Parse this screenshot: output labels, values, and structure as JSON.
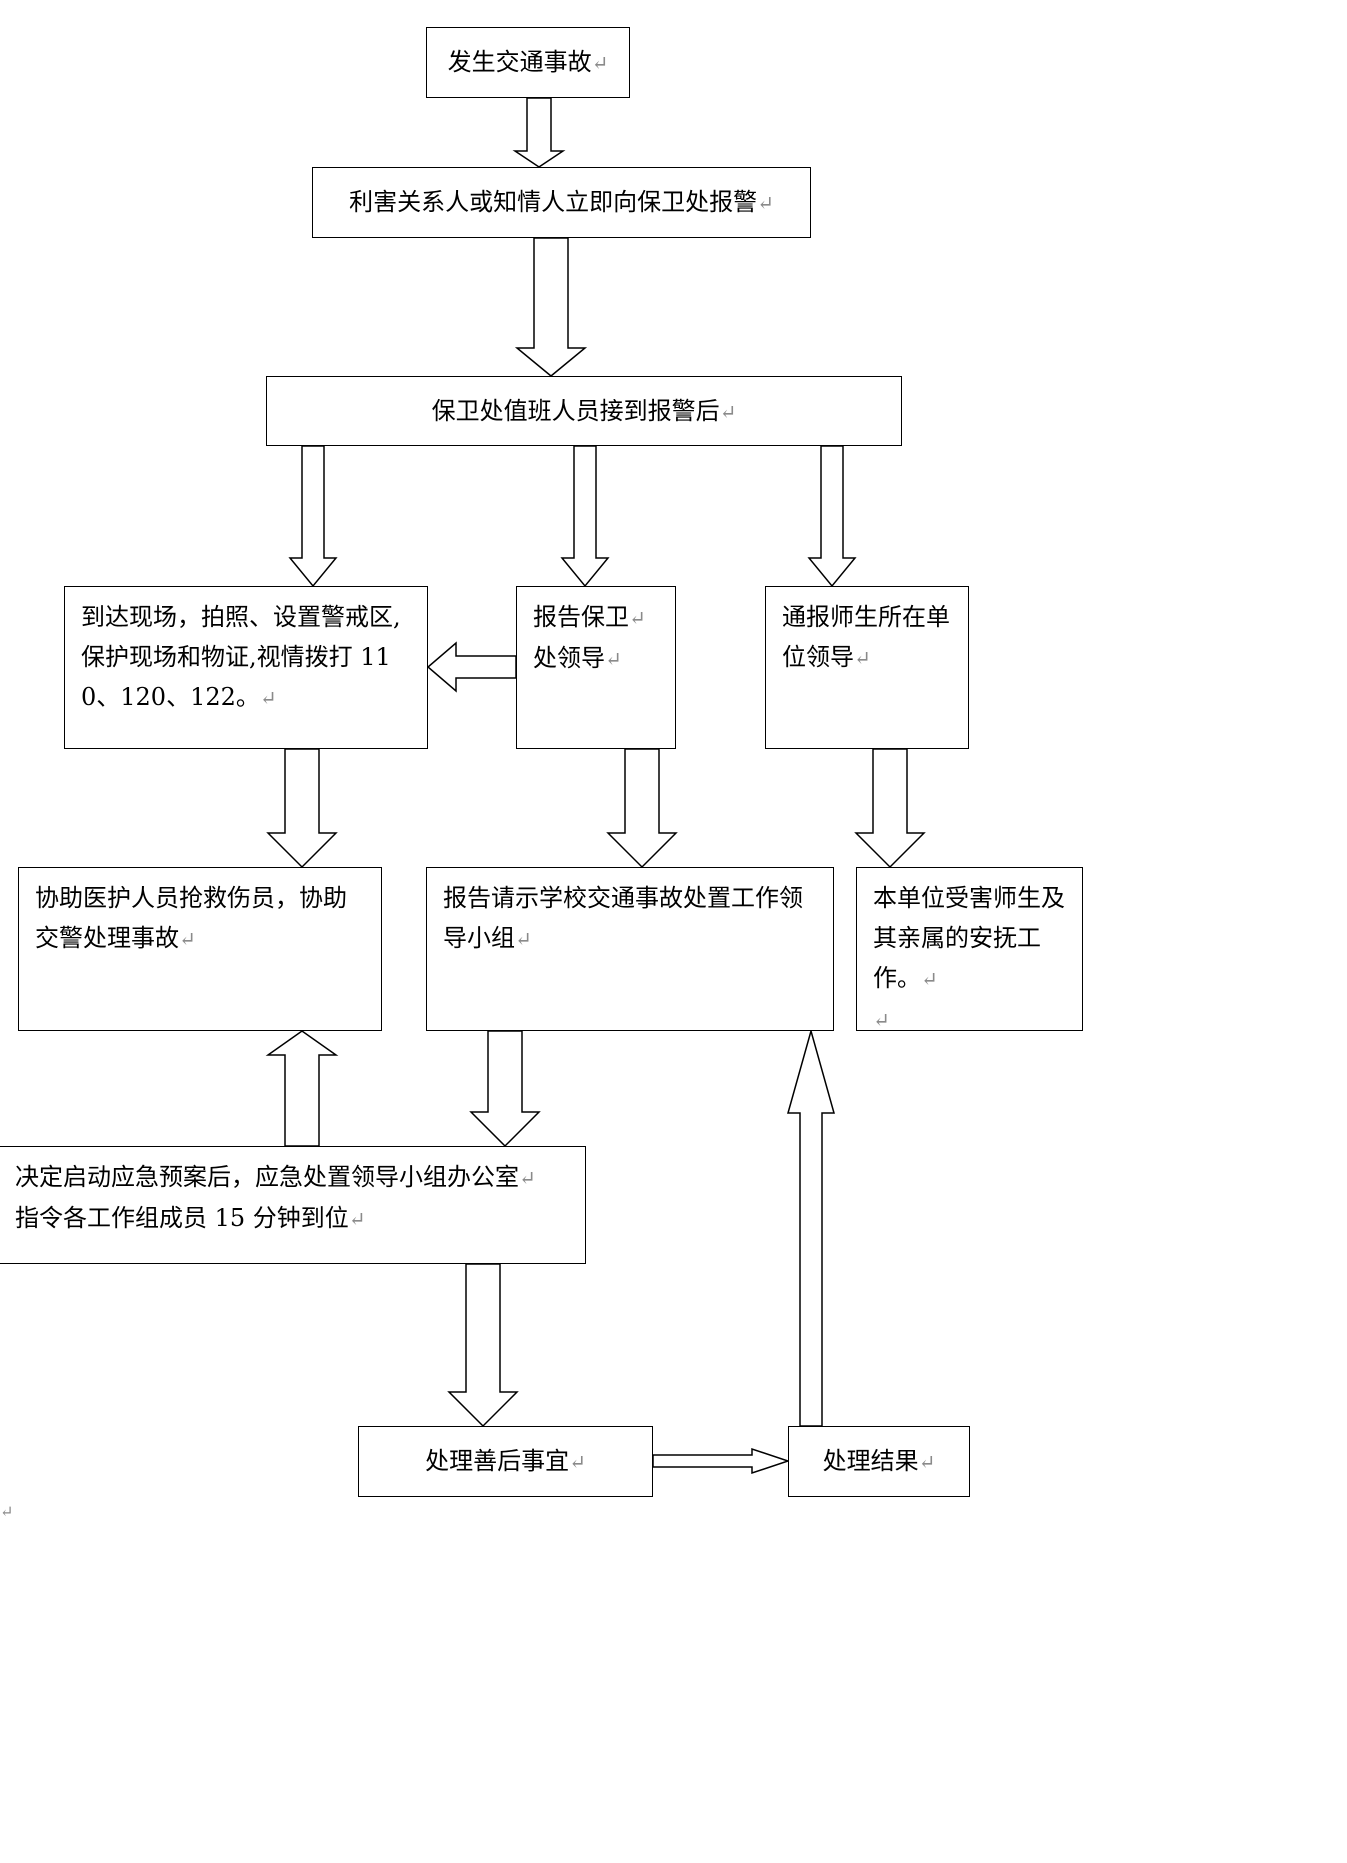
{
  "para_mark": "↵",
  "nodes": {
    "accident": {
      "lines": [
        "发生交通事故"
      ]
    },
    "report_police": {
      "lines": [
        "利害关系人或知情人立即向保卫处报警"
      ]
    },
    "duty_staff": {
      "lines": [
        "保卫处值班人员接到报警后"
      ]
    },
    "scene": {
      "lines": [
        "到达现场，拍照、设置警戒区,保护现场和物证,视情拨打 110、120、122。"
      ]
    },
    "report_leader": {
      "lines": [
        "报告保卫",
        "处领导"
      ]
    },
    "notify_unit": {
      "lines": [
        "通报师生所在单位领导"
      ]
    },
    "assist": {
      "lines": [
        "协助医护人员抢救伤员，协助交警处理事故"
      ]
    },
    "request_group": {
      "lines": [
        "报告请示学校交通事故处置工作领导小组"
      ]
    },
    "console": {
      "lines": [
        "本单位受害师生及其亲属的安抚工作。",
        ""
      ]
    },
    "plan": {
      "lines": [
        "决定启动应急预案后，应急处置领导小组办公室",
        "指令各工作组成员 15 分钟到位"
      ]
    },
    "aftermath": {
      "lines": [
        "处理善后事宜"
      ]
    },
    "result": {
      "lines": [
        "处理结果"
      ]
    }
  }
}
